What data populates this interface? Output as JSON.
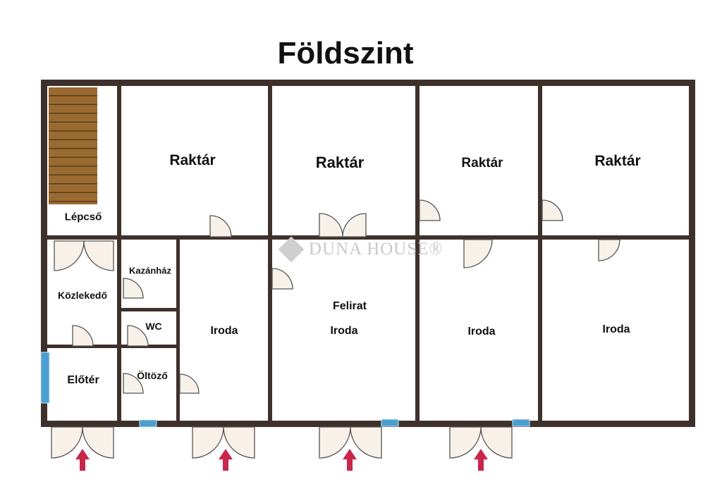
{
  "title": "Földszint",
  "watermark": "DUNA HOUSE®",
  "rooms": {
    "lepcso": "Lépcső",
    "raktar1": "Raktár",
    "raktar2": "Raktár",
    "raktar3": "Raktár",
    "raktar4": "Raktár",
    "kazanhaz": "Kazánház",
    "kozlekedo": "Közlekedő",
    "wc": "WC",
    "eloter": "Előtér",
    "oltozo": "Öltöző",
    "iroda1": "Iroda",
    "felirat": "Felirat",
    "iroda2": "Iroda",
    "iroda3": "Iroda",
    "iroda4": "Iroda"
  },
  "colors": {
    "wall": "#3e312b",
    "stairs": "#9a6a31",
    "window": "#4a9fd0",
    "arrow": "#c8264b",
    "door": "#f7f1ea"
  }
}
